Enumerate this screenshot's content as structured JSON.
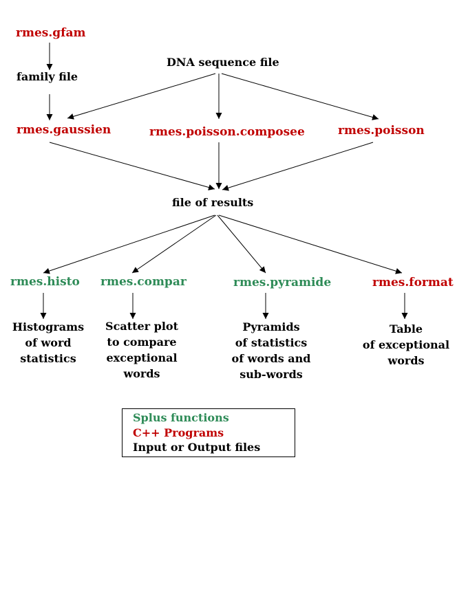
{
  "colors": {
    "cpp_program": "#c00000",
    "splus_function": "#2e8b57",
    "file": "#000000"
  },
  "nodes": {
    "rmes_gfam": "rmes.gfam",
    "family_file": "family file",
    "dna_sequence_file": "DNA sequence file",
    "rmes_gaussien": "rmes.gaussien",
    "rmes_poisson_composee": "rmes.poisson.composee",
    "rmes_poisson": "rmes.poisson",
    "file_of_results": "file of results",
    "rmes_histo": "rmes.histo",
    "rmes_compar": "rmes.compar",
    "rmes_pyramide": "rmes.pyramide",
    "rmes_format": "rmes.format"
  },
  "outputs": {
    "histograms": [
      "Histograms",
      "of word",
      "statistics"
    ],
    "scatter": [
      "Scatter plot",
      "to compare",
      "exceptional",
      "words"
    ],
    "pyramids": [
      "Pyramids",
      "of statistics",
      "of words and",
      "sub-words"
    ],
    "table": [
      "Table",
      "of exceptional",
      "words"
    ]
  },
  "legend": {
    "splus": "Splus functions",
    "cpp": "C++ Programs",
    "files": "Input or Output files"
  }
}
